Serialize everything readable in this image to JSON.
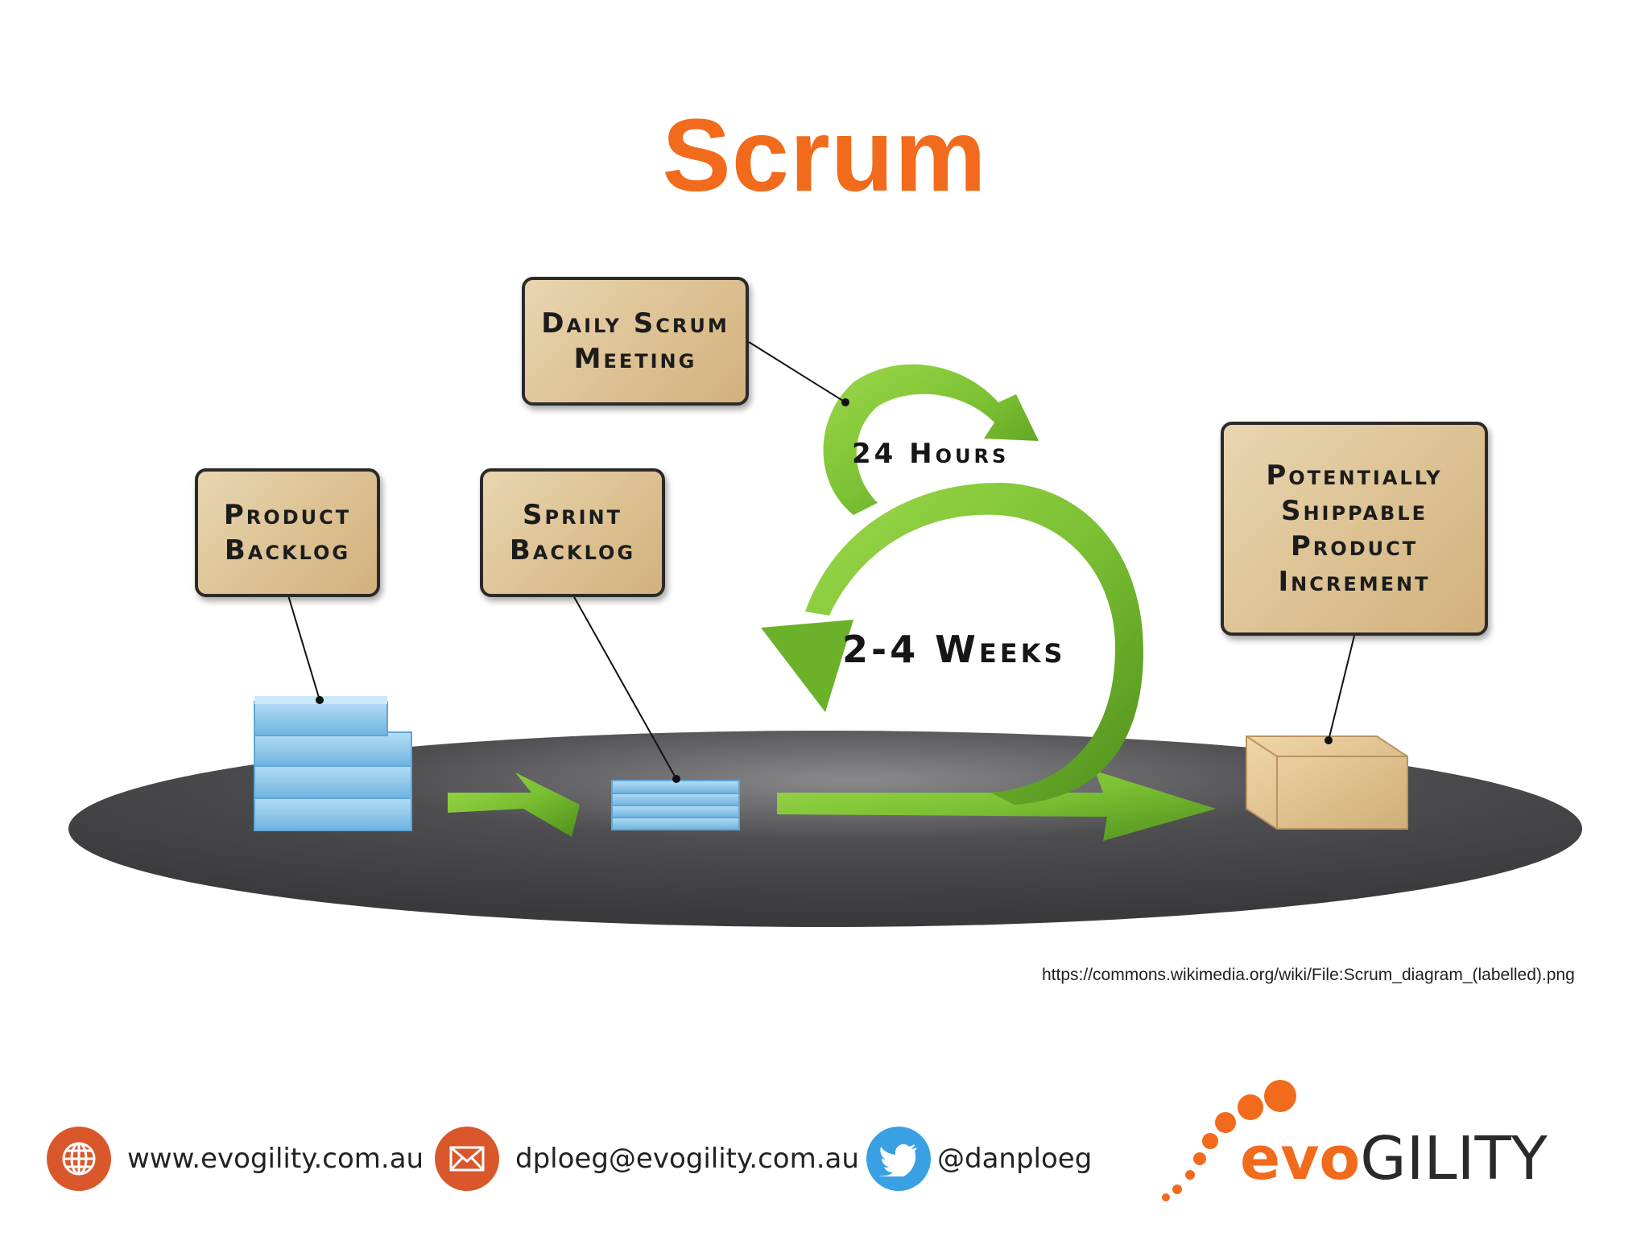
{
  "title": "Scrum",
  "diagram": {
    "labels": {
      "daily_scrum": "Daily Scrum\nMeeting",
      "product_backlog": "Product\nBacklog",
      "sprint_backlog": "Sprint\nBacklog",
      "increment": "Potentially\nShippable\nProduct\nIncrement"
    },
    "cycles": {
      "daily": "24 Hours",
      "sprint": "2-4 Weeks"
    },
    "colors": {
      "arrow_green": "#7bc133",
      "block_blue": "#8cc8ea",
      "platform": "#4a4a4c",
      "box_tan": "#dcc192"
    }
  },
  "source_url": "https://commons.wikimedia.org/wiki/File:Scrum_diagram_(labelled).png",
  "footer": {
    "website": {
      "text": "www.evogility.com.au",
      "icon": "globe-icon"
    },
    "email": {
      "text": "dploeg@evogility.com.au",
      "icon": "envelope-icon"
    },
    "twitter": {
      "text": "@danploeg",
      "icon": "twitter-bird-icon"
    }
  },
  "logo": {
    "part1": "evo",
    "part2": "GILITY"
  },
  "colors": {
    "accent": "#f26a1b",
    "twitter_blue": "#3aa0e4"
  }
}
